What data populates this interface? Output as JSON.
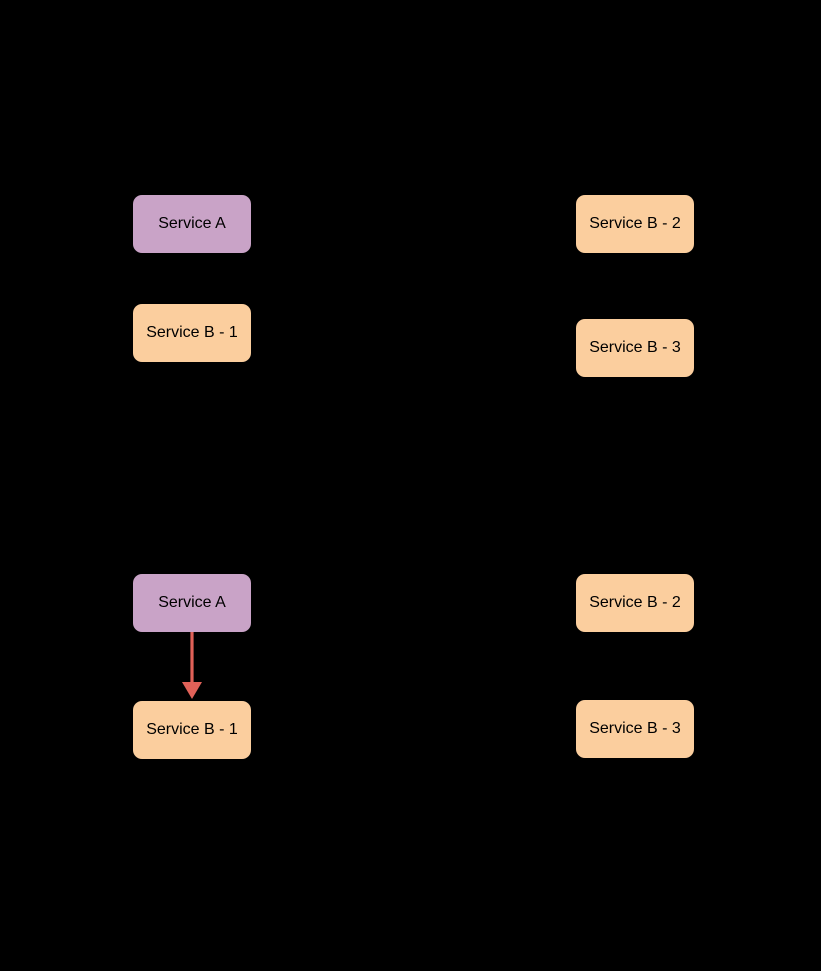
{
  "diagram": {
    "colors": {
      "background": "#000000",
      "service_a_fill": "#C9A3C7",
      "service_b_fill": "#FBCE9E",
      "arrow": "#E06158",
      "node_text": "#000000"
    },
    "before": {
      "service_a": {
        "label": "Service A"
      },
      "service_b1": {
        "label": "Service B - 1"
      },
      "service_b2": {
        "label": "Service B - 2"
      },
      "service_b3": {
        "label": "Service B - 3"
      }
    },
    "after": {
      "service_a": {
        "label": "Service A"
      },
      "service_b1": {
        "label": "Service B - 1"
      },
      "service_b2": {
        "label": "Service B - 2"
      },
      "service_b3": {
        "label": "Service B - 3"
      },
      "edge": {
        "from": "Service A",
        "to": "Service B - 1"
      }
    }
  }
}
